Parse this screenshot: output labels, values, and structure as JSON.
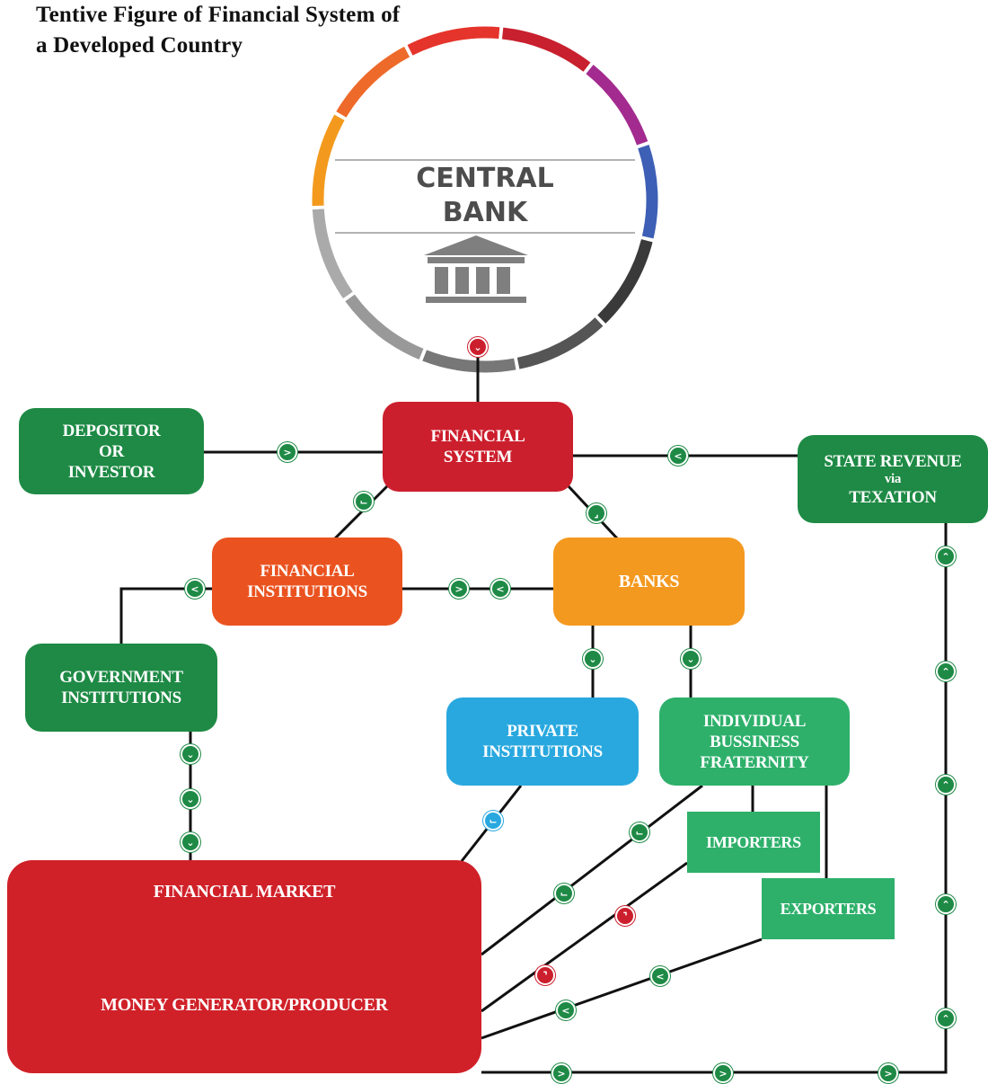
{
  "title": {
    "line1": "Tentive Figure of Financial System of",
    "line2": "a Developed Country"
  },
  "central_bank": {
    "line1": "CENTRAL",
    "line2": "BANK",
    "icon": "bank-building-icon",
    "ring_colors": [
      "#e5342b",
      "#c8202e",
      "#a32a8f",
      "#3d5fb5",
      "#3a3a3a",
      "#555555",
      "#777777",
      "#999999",
      "#aaaaaa",
      "#f39a1e",
      "#ee6a2a"
    ]
  },
  "nodes": {
    "financial_system": {
      "line1": "FINANCIAL",
      "line2": "SYSTEM"
    },
    "depositor": {
      "line1": "DEPOSITOR",
      "line2": "OR",
      "line3": "INVESTOR"
    },
    "state_revenue": {
      "line1": "STATE REVENUE",
      "line2": "via",
      "line3": "TEXATION"
    },
    "financial_institutions": {
      "line1": "FINANCIAL",
      "line2": "INSTITUTIONS"
    },
    "banks": {
      "line1": "BANKS"
    },
    "government_institutions": {
      "line1": "GOVERNMENT",
      "line2": "INSTITUTIONS"
    },
    "private_institutions": {
      "line1": "PRIVATE",
      "line2": "INSTITUTIONS"
    },
    "individual_business": {
      "line1": "INDIVIDUAL",
      "line2": "BUSSINESS",
      "line3": "FRATERNITY"
    },
    "importers": {
      "line1": "IMPORTERS"
    },
    "exporters": {
      "line1": "EXPORTERS"
    },
    "financial_market": {
      "line1": "FINANCIAL MARKET",
      "line2": "MONEY GENERATOR/PRODUCER"
    }
  },
  "colors": {
    "red": "#cc1f2d",
    "dark_green": "#1e8a45",
    "light_green": "#2eb06b",
    "orange_red": "#ea5320",
    "orange": "#f4991f",
    "blue": "#29a8df"
  }
}
